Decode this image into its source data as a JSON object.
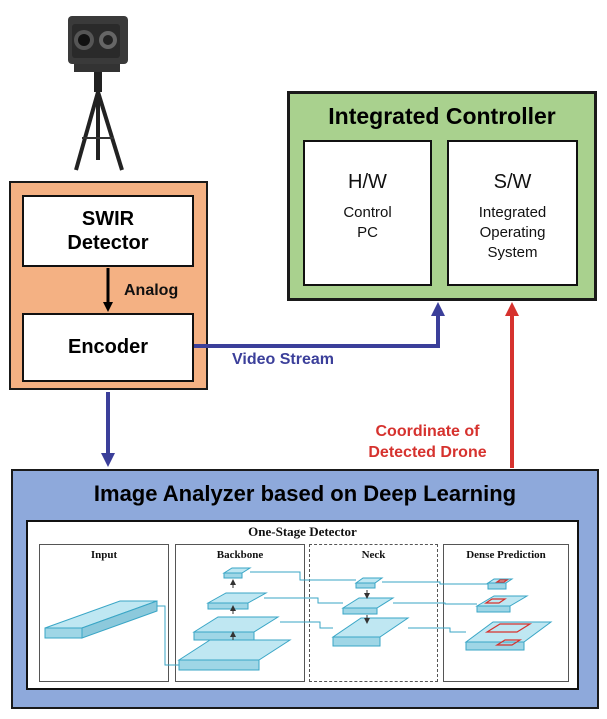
{
  "camera": {
    "icon": "swir-camera-on-tripod-icon"
  },
  "swir_module": {
    "detector_label": "SWIR\nDetector",
    "analog_label": "Analog",
    "encoder_label": "Encoder",
    "colors": {
      "panel": "#f4b183"
    }
  },
  "controller": {
    "title": "Integrated Controller",
    "hw": {
      "heading": "H/W",
      "sub": "Control\nPC"
    },
    "sw": {
      "heading": "S/W",
      "sub": "Integrated\nOperating\nSystem"
    },
    "colors": {
      "panel": "#a9d18e"
    }
  },
  "edges": {
    "video_stream": "Video Stream",
    "coordinate": "Coordinate of\nDetected Drone",
    "colors": {
      "video": "#3b3f9a",
      "coordinate": "#d6322e"
    }
  },
  "analyzer": {
    "title": "Image Analyzer based on Deep Learning",
    "detector_title": "One-Stage Detector",
    "stages": [
      "Input",
      "Backbone",
      "Neck",
      "Dense Prediction"
    ],
    "colors": {
      "panel": "#8ea9db",
      "feature": "#bfe7f2",
      "feature_edge": "#3aa6c6",
      "box": "#d6322e"
    }
  }
}
